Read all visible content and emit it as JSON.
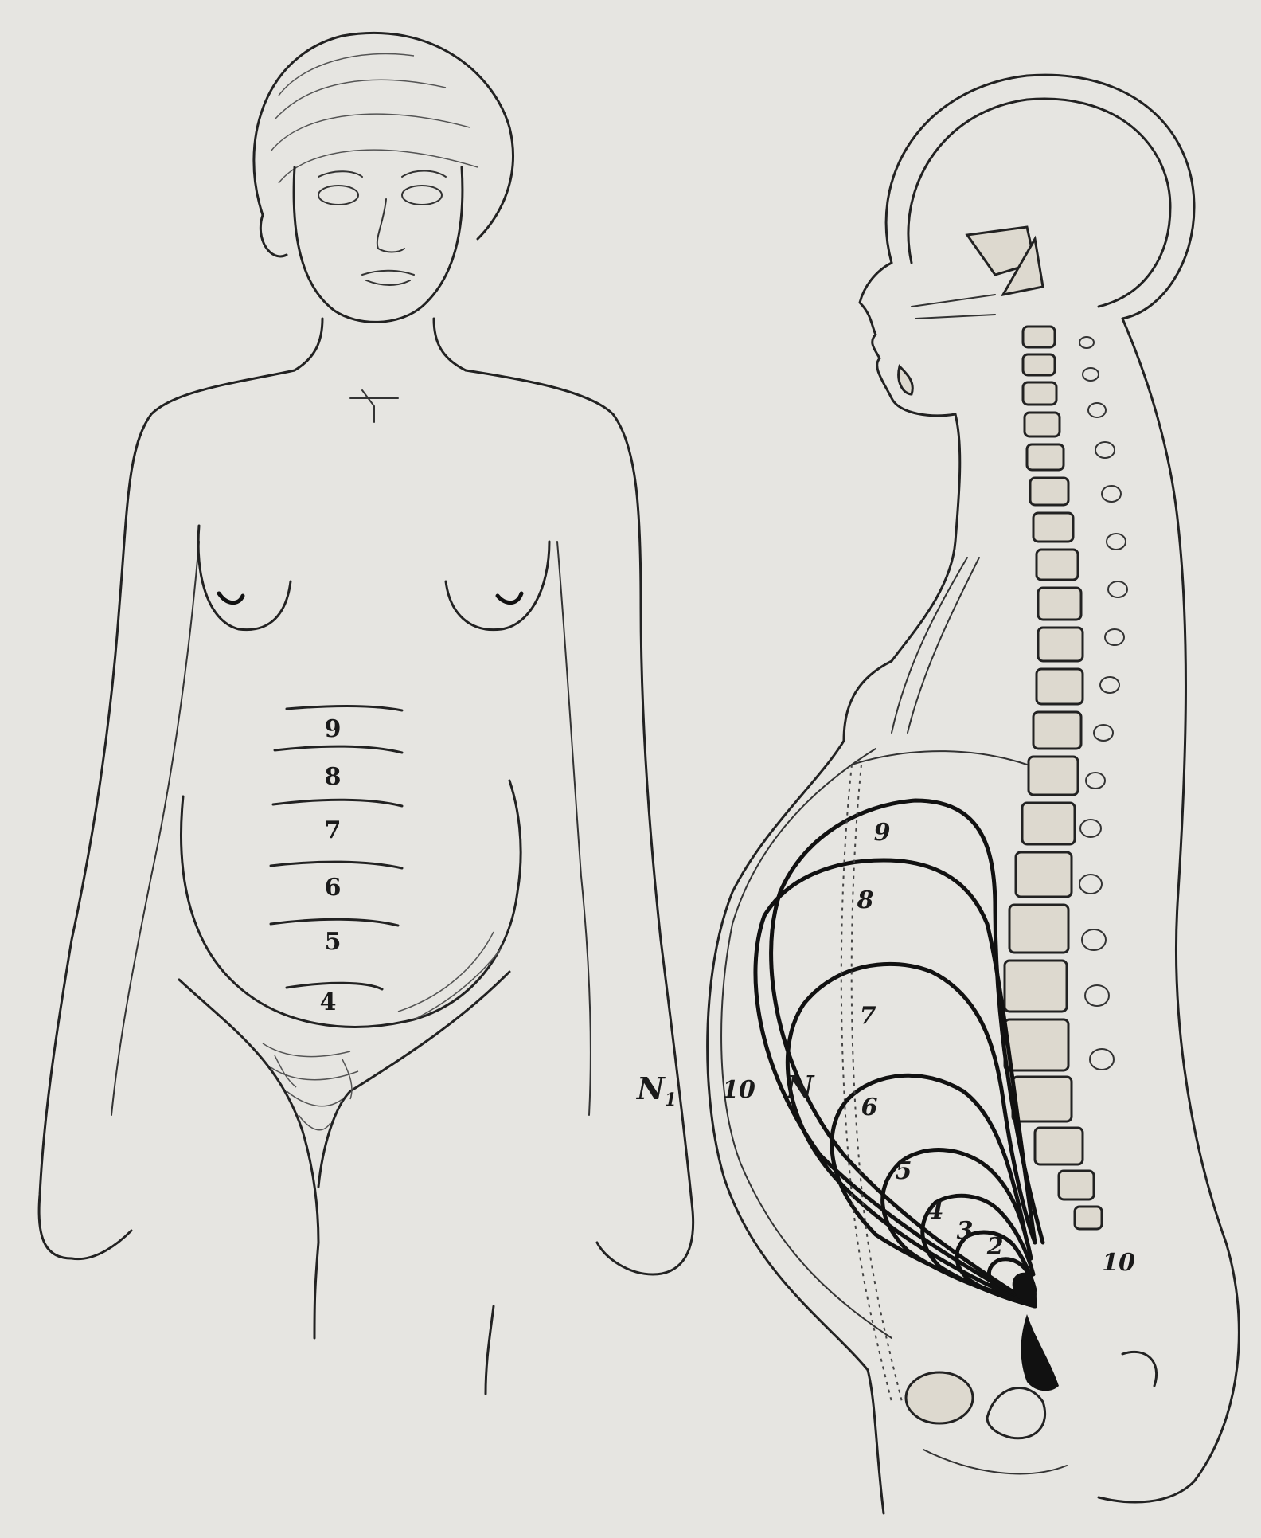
{
  "front_view": {
    "fundal_height_labels": [
      "9",
      "8",
      "7",
      "6",
      "5",
      "4"
    ]
  },
  "sagittal_view": {
    "uterus_month_labels": [
      "9",
      "8",
      "7",
      "6",
      "5",
      "4",
      "3",
      "2",
      "10"
    ],
    "contour_labels": {
      "non_pregnant_first": "N",
      "non_pregnant_first_sub": "1",
      "tenth": "10",
      "non_pregnant": "N"
    }
  }
}
